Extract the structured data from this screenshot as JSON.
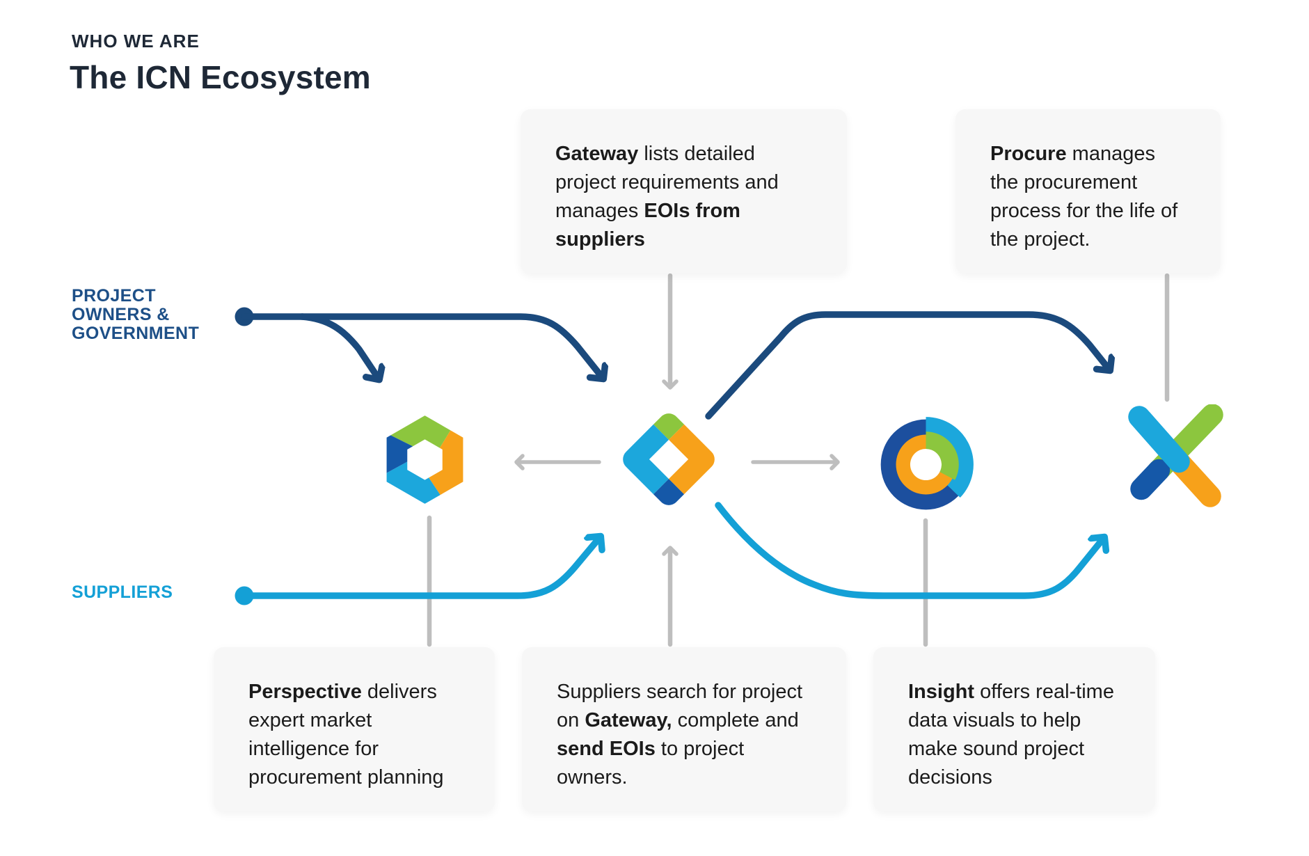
{
  "header": {
    "eyebrow": "WHO WE ARE",
    "title": "The ICN Ecosystem"
  },
  "lanes": {
    "owners": {
      "lines": [
        "PROJECT",
        "OWNERS &",
        "GOVERNMENT"
      ]
    },
    "suppliers": {
      "label": "SUPPLIERS"
    }
  },
  "cards": [
    {
      "id": "gateway",
      "segments": [
        {
          "text": "Gateway",
          "bold": true
        },
        {
          "text": " lists detailed project requirements and manages ",
          "bold": false
        },
        {
          "text": "EOIs from suppliers",
          "bold": true
        }
      ]
    },
    {
      "id": "procure",
      "segments": [
        {
          "text": "Procure",
          "bold": true
        },
        {
          "text": " manages the procurement process for the life of the project.",
          "bold": false
        }
      ]
    },
    {
      "id": "perspective",
      "segments": [
        {
          "text": "Perspective",
          "bold": true
        },
        {
          "text": " delivers expert market intelligence for procurement planning",
          "bold": false
        }
      ]
    },
    {
      "id": "suppliers",
      "segments": [
        {
          "text": "Suppliers search for project on ",
          "bold": false
        },
        {
          "text": "Gateway,",
          "bold": true
        },
        {
          "text": " complete and ",
          "bold": false
        },
        {
          "text": "send EOIs",
          "bold": true
        },
        {
          "text": " to project owners.",
          "bold": false
        }
      ]
    },
    {
      "id": "insight",
      "segments": [
        {
          "text": "Insight",
          "bold": true
        },
        {
          "text": " offers real-time data visuals to help make sound project decisions",
          "bold": false
        }
      ]
    }
  ],
  "icons": [
    {
      "name": "perspective-logo"
    },
    {
      "name": "gateway-logo"
    },
    {
      "name": "insight-logo"
    },
    {
      "name": "procure-logo"
    }
  ],
  "colors": {
    "navy": "#1B4A7D",
    "lblue": "#14A0D6",
    "gray": "#BEBEBE",
    "green": "#8CC63E",
    "orange": "#F7A11A",
    "icon_lblue": "#1CA7DC",
    "royal": "#1558A8",
    "ring": "#1C4F9E",
    "heading": "#1E2836",
    "owners": "#1D4F87",
    "text": "#1B1B1B",
    "card": "#F7F7F7"
  }
}
